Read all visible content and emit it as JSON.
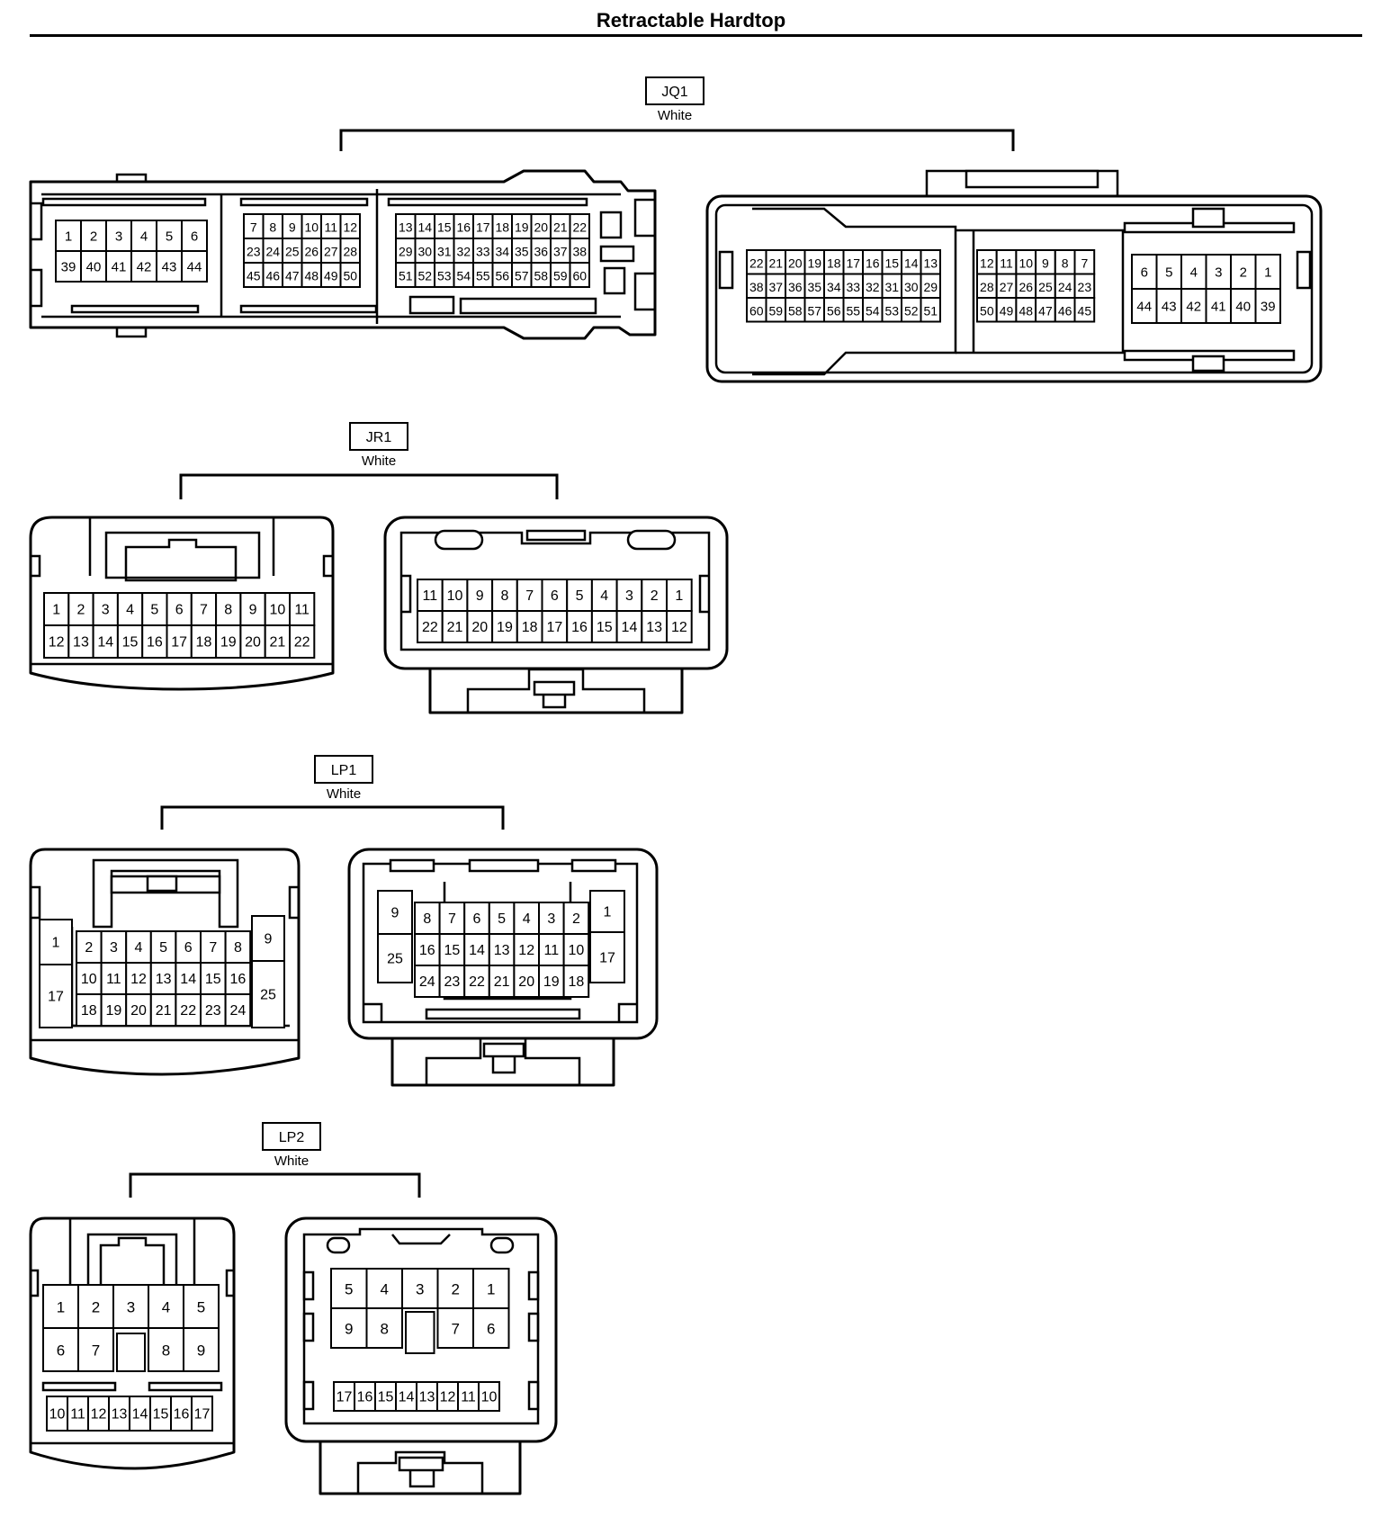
{
  "page_title": "Retractable Hardtop",
  "connectors": {
    "jq1": {
      "name": "JQ1",
      "color": "White"
    },
    "jr1": {
      "name": "JR1",
      "color": "White"
    },
    "lp1": {
      "name": "LP1",
      "color": "White"
    },
    "lp2": {
      "name": "LP2",
      "color": "White"
    }
  },
  "pin_grids": {
    "jq1_left_a": [
      [
        "1",
        "2",
        "3",
        "4",
        "5",
        "6"
      ],
      [
        "39",
        "40",
        "41",
        "42",
        "43",
        "44"
      ]
    ],
    "jq1_left_b": [
      [
        "7",
        "8",
        "9",
        "10",
        "11",
        "12"
      ],
      [
        "23",
        "24",
        "25",
        "26",
        "27",
        "28"
      ],
      [
        "45",
        "46",
        "47",
        "48",
        "49",
        "50"
      ]
    ],
    "jq1_left_c": [
      [
        "13",
        "14",
        "15",
        "16",
        "17",
        "18",
        "19",
        "20",
        "21",
        "22"
      ],
      [
        "29",
        "30",
        "31",
        "32",
        "33",
        "34",
        "35",
        "36",
        "37",
        "38"
      ],
      [
        "51",
        "52",
        "53",
        "54",
        "55",
        "56",
        "57",
        "58",
        "59",
        "60"
      ]
    ],
    "jq1_right_a": [
      [
        "22",
        "21",
        "20",
        "19",
        "18",
        "17",
        "16",
        "15",
        "14",
        "13"
      ],
      [
        "38",
        "37",
        "36",
        "35",
        "34",
        "33",
        "32",
        "31",
        "30",
        "29"
      ],
      [
        "60",
        "59",
        "58",
        "57",
        "56",
        "55",
        "54",
        "53",
        "52",
        "51"
      ]
    ],
    "jq1_right_b": [
      [
        "12",
        "11",
        "10",
        "9",
        "8",
        "7"
      ],
      [
        "28",
        "27",
        "26",
        "25",
        "24",
        "23"
      ],
      [
        "50",
        "49",
        "48",
        "47",
        "46",
        "45"
      ]
    ],
    "jq1_right_c": [
      [
        "6",
        "5",
        "4",
        "3",
        "2",
        "1"
      ],
      [
        "44",
        "43",
        "42",
        "41",
        "40",
        "39"
      ]
    ],
    "jr1_left": [
      [
        "1",
        "2",
        "3",
        "4",
        "5",
        "6",
        "7",
        "8",
        "9",
        "10",
        "11"
      ],
      [
        "12",
        "13",
        "14",
        "15",
        "16",
        "17",
        "18",
        "19",
        "20",
        "21",
        "22"
      ]
    ],
    "jr1_right": [
      [
        "11",
        "10",
        "9",
        "8",
        "7",
        "6",
        "5",
        "4",
        "3",
        "2",
        "1"
      ],
      [
        "22",
        "21",
        "20",
        "19",
        "18",
        "17",
        "16",
        "15",
        "14",
        "13",
        "12"
      ]
    ],
    "lp1_left_mid": [
      [
        "2",
        "3",
        "4",
        "5",
        "6",
        "7",
        "8"
      ],
      [
        "10",
        "11",
        "12",
        "13",
        "14",
        "15",
        "16"
      ],
      [
        "18",
        "19",
        "20",
        "21",
        "22",
        "23",
        "24"
      ]
    ],
    "lp1_right_mid": [
      [
        "8",
        "7",
        "6",
        "5",
        "4",
        "3",
        "2"
      ],
      [
        "16",
        "15",
        "14",
        "13",
        "12",
        "11",
        "10"
      ],
      [
        "24",
        "23",
        "22",
        "21",
        "20",
        "19",
        "18"
      ]
    ],
    "lp2_left_bottom": [
      [
        "10",
        "11",
        "12",
        "13",
        "14",
        "15",
        "16",
        "17"
      ]
    ],
    "lp2_right_bottom": [
      [
        "17",
        "16",
        "15",
        "14",
        "13",
        "12",
        "11",
        "10"
      ]
    ]
  },
  "pin_cells": {
    "lp1_left_side": [
      [
        "1",
        "17"
      ],
      [
        "9",
        "25"
      ]
    ],
    "lp1_right_side": [
      [
        "9",
        "25"
      ],
      [
        "1",
        "17"
      ]
    ],
    "lp2_left_top": [
      [
        "1",
        "2",
        "3",
        "4",
        "5"
      ],
      [
        "6",
        "7",
        "",
        "8",
        "9"
      ]
    ],
    "lp2_right_top": [
      [
        "5",
        "4",
        "3",
        "2",
        "1"
      ],
      [
        "9",
        "8",
        "",
        "7",
        "6"
      ]
    ]
  }
}
